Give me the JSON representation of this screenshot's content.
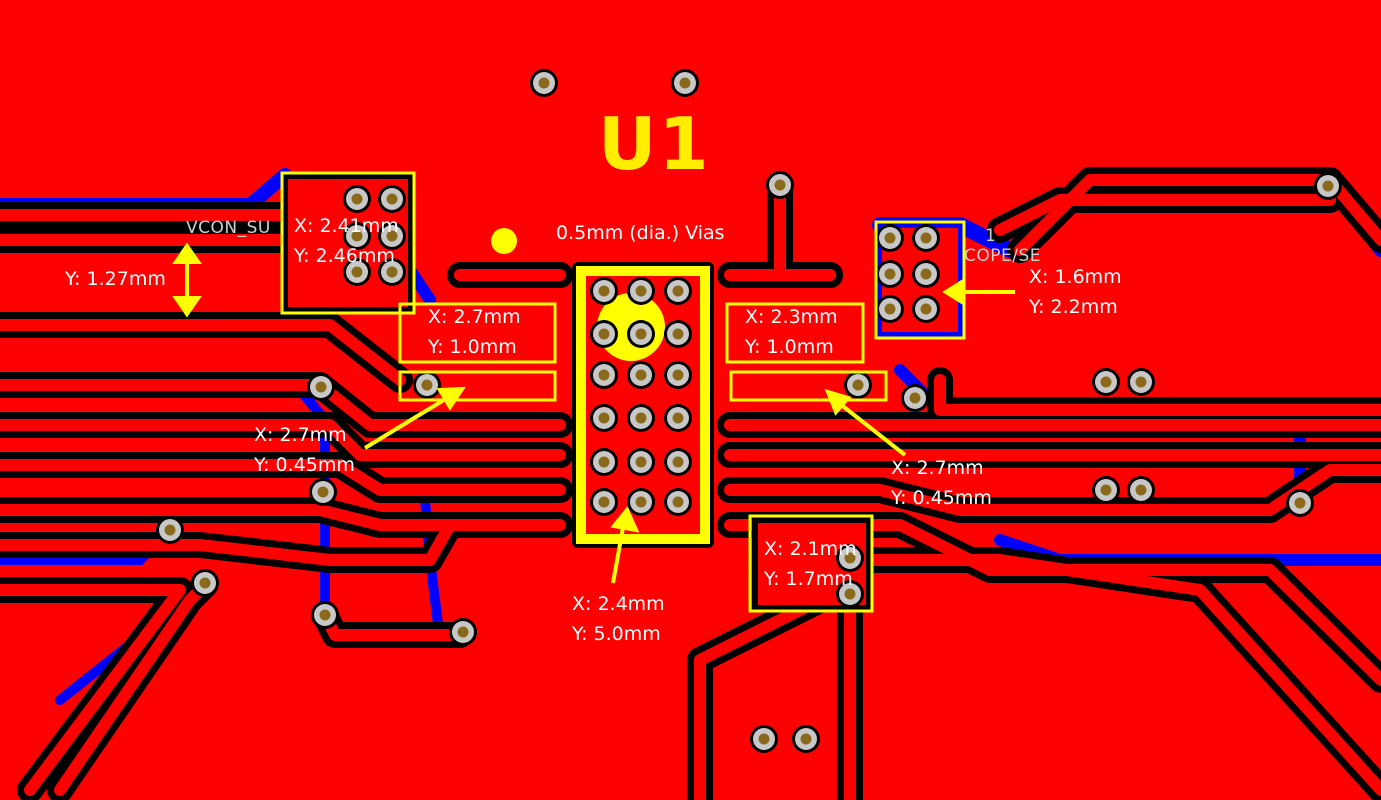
{
  "refdes": "U1",
  "silkscreen": {
    "net_left": "VCON_SU",
    "net_right_a": "1",
    "net_right_b": "COPE/SE"
  },
  "annotations": {
    "pitch": "Y: 1.27mm",
    "vias_note": "0.5mm (dia.) Vias",
    "pad_topleft": {
      "x": "X: 2.41mm",
      "y": "Y: 2.46mm"
    },
    "pad_left_big": {
      "x": "X: 2.7mm",
      "y": "Y: 1.0mm"
    },
    "pad_right_big": {
      "x": "X: 2.3mm",
      "y": "Y: 1.0mm"
    },
    "pad_right_vias": {
      "x": "X: 1.6mm",
      "y": "Y: 2.2mm"
    },
    "pad_left_thin": {
      "x": "X: 2.7mm",
      "y": "Y: 0.45mm"
    },
    "pad_right_thin": {
      "x": "X: 2.7mm",
      "y": "Y: 0.45mm"
    },
    "thermal_pad": {
      "x": "X: 2.4mm",
      "y": "Y: 5.0mm"
    },
    "pad_bottomright": {
      "x": "X: 2.1mm",
      "y": "Y: 1.7mm"
    }
  },
  "colors": {
    "top_copper": "#ff0000",
    "clearance": "#000000",
    "bottom_copper": "#0000ff",
    "annotation": "#ffff00",
    "via_ring": "#c8c8c8",
    "via_hole": "#8a6a1a"
  }
}
